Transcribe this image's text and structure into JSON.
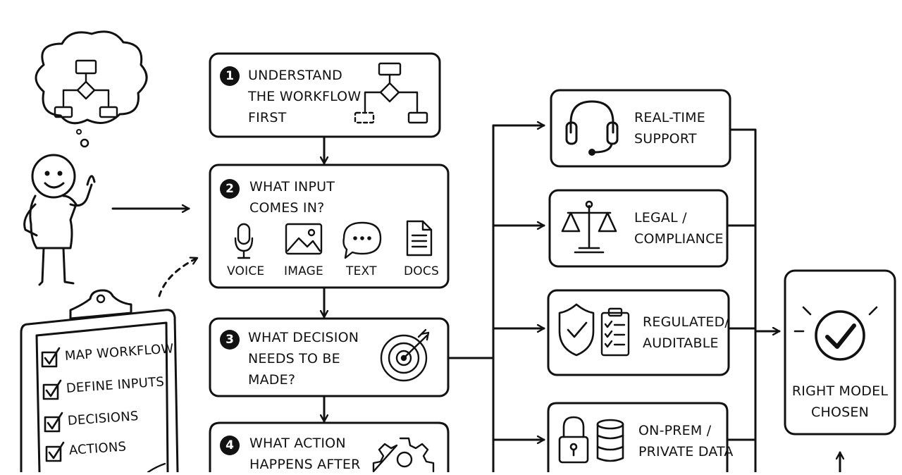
{
  "steps": [
    {
      "number": "1",
      "lines": [
        "UNDERSTAND",
        "THE WORKFLOW",
        "FIRST"
      ]
    },
    {
      "number": "2",
      "lines": [
        "WHAT INPUT",
        "COMES IN?"
      ]
    },
    {
      "number": "3",
      "lines": [
        "WHAT DECISION",
        "NEEDS TO BE",
        "MADE?"
      ]
    },
    {
      "number": "4",
      "lines": [
        "WHAT ACTION",
        "HAPPENS AFTER"
      ]
    }
  ],
  "input_types": [
    {
      "label": "VOICE",
      "icon": "microphone-icon"
    },
    {
      "label": "IMAGE",
      "icon": "image-icon"
    },
    {
      "label": "TEXT",
      "icon": "chat-bubble-icon"
    },
    {
      "label": "DOCS",
      "icon": "document-icon"
    }
  ],
  "use_cases": [
    {
      "lines": [
        "REAL-TIME",
        "SUPPORT"
      ],
      "icon": "headset-icon"
    },
    {
      "lines": [
        "LEGAL /",
        "COMPLIANCE"
      ],
      "icon": "scales-icon"
    },
    {
      "lines": [
        "REGULATED/",
        "AUDITABLE"
      ],
      "icon": "shield-checklist-icon"
    },
    {
      "lines": [
        "ON-PREM /",
        "PRIVATE DATA"
      ],
      "icon": "lock-database-icon"
    }
  ],
  "result": {
    "lines": [
      "RIGHT MODEL",
      "CHOSEN"
    ],
    "icon": "check-circle-icon"
  },
  "checklist": {
    "items": [
      "MAP WORKFLOW",
      "DEFINE INPUTS",
      "DECISIONS",
      "ACTIONS"
    ]
  }
}
